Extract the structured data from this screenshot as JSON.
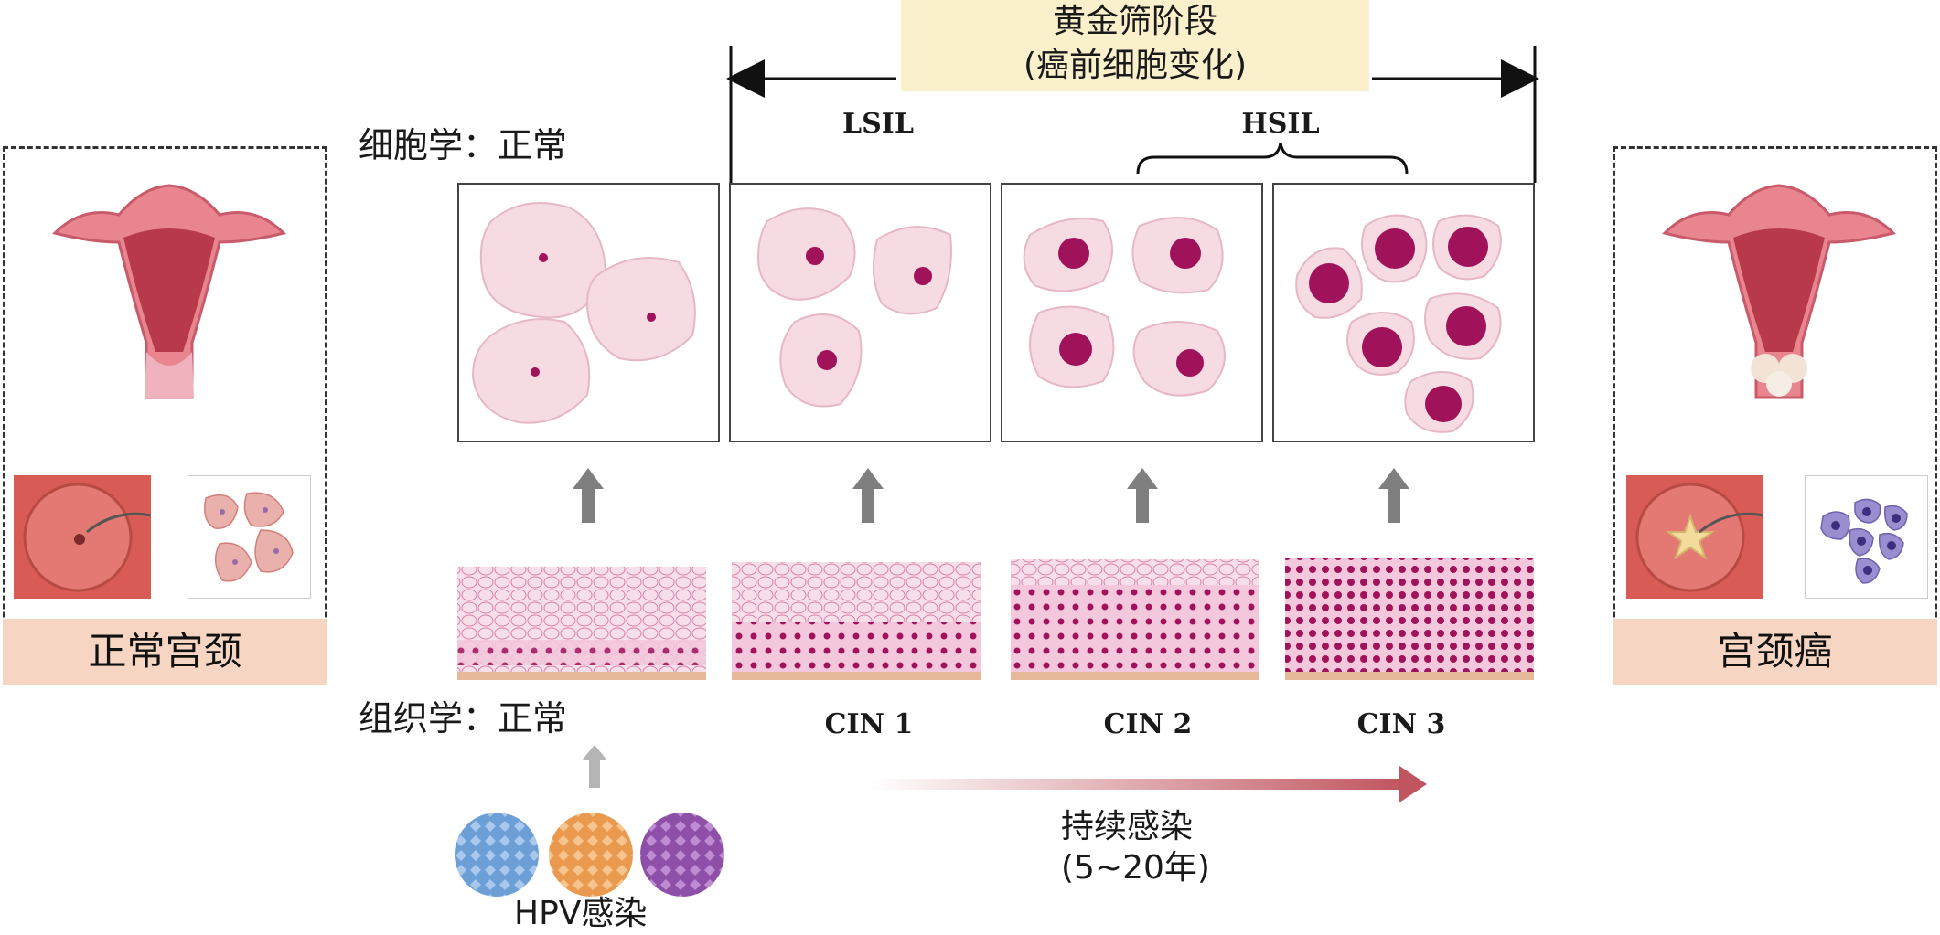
{
  "golden_screening": {
    "title": "黄金筛阶段",
    "subtitle": "(癌前细胞变化)"
  },
  "cytology_label": "细胞学：正常",
  "histology_label": "组织学：正常",
  "lesion_labels": {
    "lsil": "LSIL",
    "hsil": "HSIL"
  },
  "cin_labels": [
    "CIN 1",
    "CIN 2",
    "CIN 3"
  ],
  "persistent_infection": {
    "line1": "持续感染",
    "line2": "(5~20年)"
  },
  "hpv_label": "HPV感染",
  "left_panel": {
    "label": "正常宫颈"
  },
  "right_panel": {
    "label": "宫颈癌"
  },
  "colors": {
    "cell_membrane": "#f6dbe3",
    "nucleus": "#a0125a",
    "arrow_gray": "#7f7f7f",
    "label_bg": "#f6d6c3",
    "golden_bg": "#fbf0cc",
    "infection_arrow": "#c0555f",
    "hpv_blue": "#6c9fd6",
    "hpv_orange": "#e99a4e",
    "hpv_purple": "#8e4fa8"
  }
}
